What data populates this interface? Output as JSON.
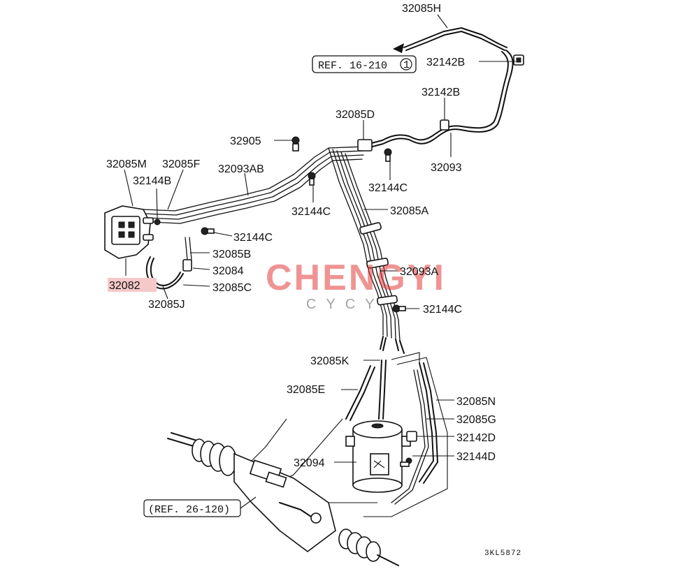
{
  "diagram": {
    "labels": {
      "p32085H": "32085H",
      "p32142B_a": "32142B",
      "p32142B_b": "32142B",
      "p32085D": "32085D",
      "p32905": "32905",
      "p32093": "32093",
      "p32085M": "32085M",
      "p32085F": "32085F",
      "p32093AB": "32093AB",
      "p32144B": "32144B",
      "p32144C_a": "32144C",
      "p32144C_b": "32144C",
      "p32085A": "32085A",
      "p32144C_c": "32144C",
      "p32085B": "32085B",
      "p32084": "32084",
      "p32082": "32082",
      "p32085C": "32085C",
      "p32085J": "32085J",
      "p32093A": "32093A",
      "p32144C_d": "32144C",
      "p32085K": "32085K",
      "p32085E": "32085E",
      "p32085N": "32085N",
      "p32085G": "32085G",
      "p32142D": "32142D",
      "p32144D": "32144D",
      "p32094": "32094"
    },
    "references": {
      "ref_16_210": "REF. 16-210",
      "ref_16_210_mark": "1",
      "ref_26_120": "(REF. 26-120)"
    },
    "drawing_code": "3KL5872",
    "highlight_color": "#f6c8c8"
  },
  "watermark": {
    "brand": "CHENGYI",
    "sub": "CYCY",
    "color": "#e23b3b"
  }
}
